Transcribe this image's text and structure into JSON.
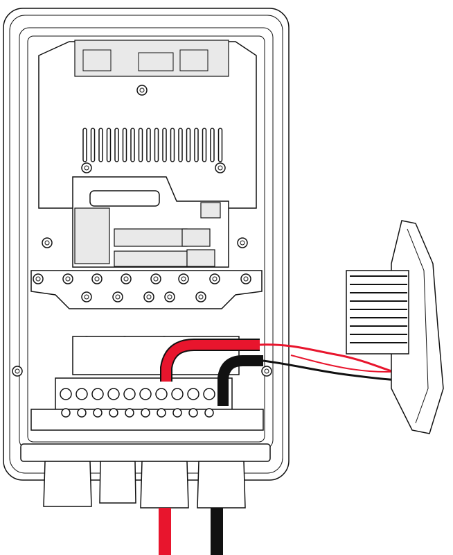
{
  "colors": {
    "line": "#111111",
    "red_cable": "#e8152d",
    "black_cable": "#111111",
    "background": "#ffffff"
  },
  "icons": [
    "enclosure",
    "control-board",
    "d-sub-connector",
    "terminal-blocks",
    "mounting-plate",
    "power-terminal-block",
    "cable-glands",
    "external-module-heatsink"
  ]
}
